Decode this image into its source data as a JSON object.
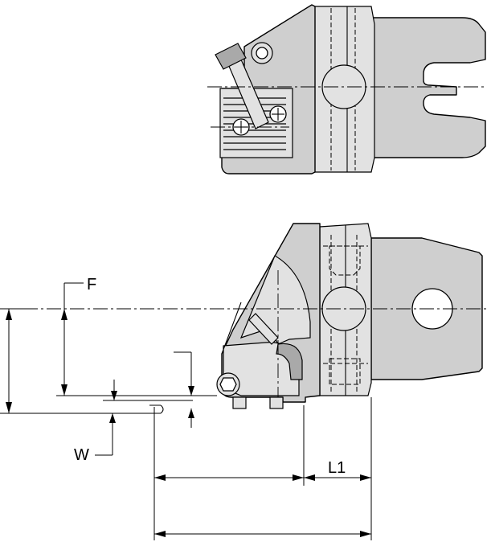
{
  "labels": {
    "F": "F",
    "W": "W",
    "L1": "L1"
  },
  "colors": {
    "body_fill": "#cfcfcf",
    "light_fill": "#e2e2e2",
    "dark_fill": "#a9a9a9",
    "line": "#000000",
    "background": "#ffffff"
  }
}
